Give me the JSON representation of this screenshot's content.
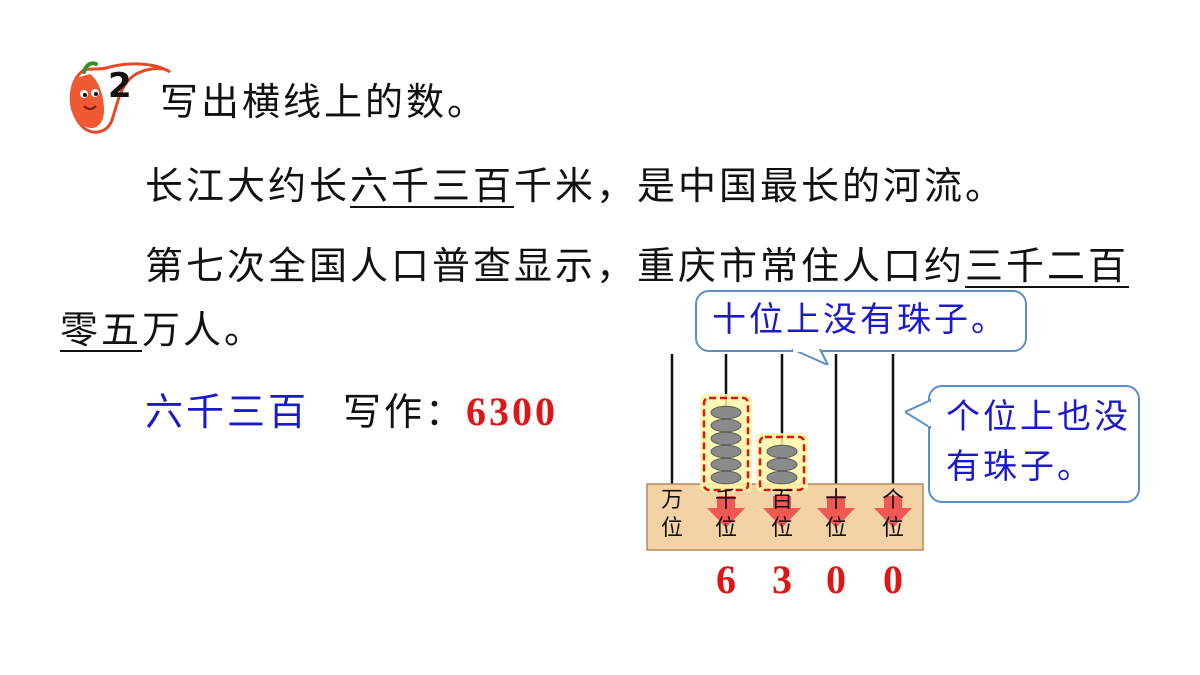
{
  "question": {
    "number": "2",
    "text": "写出横线上的数。"
  },
  "sentence1": {
    "before": "长江大约长",
    "underlined": "六千三百",
    "after": "千米，是中国最长的河流。"
  },
  "sentence2": {
    "before": "第七次全国人口普查显示，重庆市常住人口约",
    "underlined_a": "三千二百",
    "underlined_b": "零五",
    "after": "万人。"
  },
  "answer": {
    "words": "六千三百",
    "label": "写作：",
    "number": "6300"
  },
  "bubbles": {
    "tens": "十位上没有珠子。",
    "ones": "个位上也没有珠子。"
  },
  "abacus": {
    "places": [
      "万位",
      "千位",
      "百位",
      "十位",
      "个位"
    ],
    "beads": [
      0,
      6,
      3,
      0,
      0
    ],
    "digits": [
      "6",
      "3",
      "0",
      "0"
    ]
  },
  "colors": {
    "text": "#111111",
    "blue": "#1a1acc",
    "red": "#e01515",
    "frame": "#f3d3a6",
    "bubble_border": "#5b8fc7"
  }
}
